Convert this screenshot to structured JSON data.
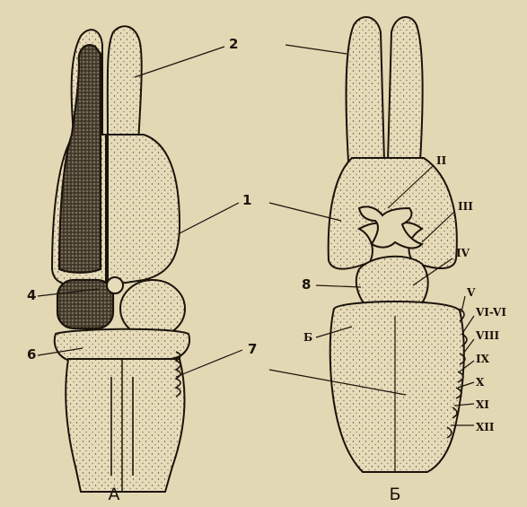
{
  "colors": {
    "paper": "#e3d8b4",
    "ink": "#1b140c",
    "cut": "#3d3324"
  },
  "figure_a": {
    "caption": "А",
    "labels": {
      "l1": "1",
      "l2": "2",
      "l4": "4",
      "l6": "6",
      "l7": "7"
    }
  },
  "figure_b": {
    "caption": "Б",
    "labels": {
      "l5": "Б",
      "l8": "8",
      "II": "II",
      "III": "III",
      "IV": "IV",
      "V": "V",
      "VI_VII": "VI-VI",
      "VIII": "VIII",
      "IX": "IX",
      "X": "X",
      "XI": "XI",
      "XII": "XII"
    }
  }
}
